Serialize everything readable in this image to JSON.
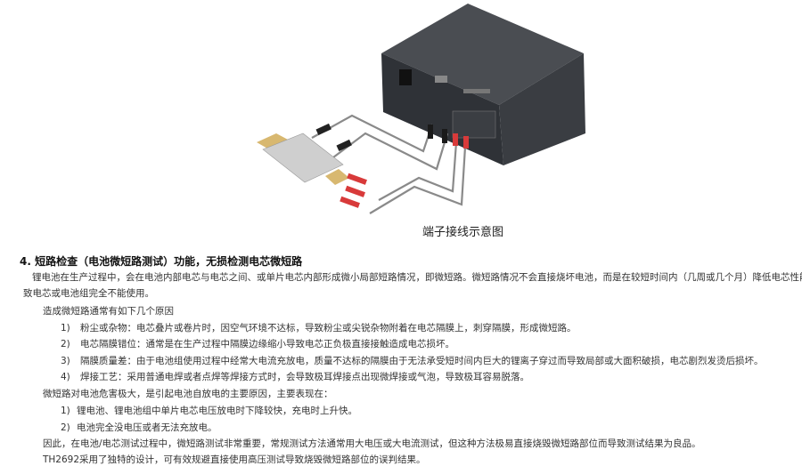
{
  "figure": {
    "caption": "端子接线示意图"
  },
  "section": {
    "title": "4. 短路检查（电池微短路测试）功能，无损检测电芯微短路",
    "intro_line1": "锂电池在生产过程中，会在电池内部电芯与电芯之间、或单片电芯内部形成微小局部短路情况，即微短路。微短路情况不会直接烧坏电池，而是在较短时间内（几周或几个月）降低电芯性能，导",
    "intro_line2": "致电芯或电池组完全不能使用。",
    "causes_heading": "造成微短路通常有如下几个原因",
    "causes": [
      {
        "num": "1)",
        "text": "粉尘或杂物：电芯叠片或卷片时，因空气环境不达标，导致粉尘或尖锐杂物附着在电芯隔膜上，刺穿隔膜，形成微短路。"
      },
      {
        "num": "2)",
        "text": "电芯隔膜错位：通常是在生产过程中隔膜边缘缩小导致电芯正负极直接接触造成电芯损坏。"
      },
      {
        "num": "3)",
        "text": "隔膜质量差：由于电池组使用过程中经常大电流充放电，质量不达标的隔膜由于无法承受短时间内巨大的锂离子穿过而导致局部或大面积破损，电芯剧烈发烫后损坏。"
      },
      {
        "num": "4)",
        "text": "焊接工艺：采用普通电焊或者点焊等焊接方式时，会导致极耳焊接点出现微焊接或气泡，导致极耳容易脱落。"
      }
    ],
    "harm_heading": "微短路对电池危害极大，是引起电池自放电的主要原因，主要表现在：",
    "symptoms": [
      {
        "num": "1)",
        "text": "锂电池、锂电池组中单片电芯电压放电时下降较快，充电时上升快。"
      },
      {
        "num": "2)",
        "text": "电池完全没电压或者无法充放电。"
      }
    ],
    "conclusion": "因此，在电池/电芯测试过程中，微短路测试非常重要，常规测试方法通常用大电压或大电流测试，但这种方法极易直接烧毁微短路部位而导致测试结果为良品。",
    "product_note": "TH2692采用了独特的设计，可有效规避直接使用高压测试导致烧毁微短路部位的误判结果。"
  }
}
